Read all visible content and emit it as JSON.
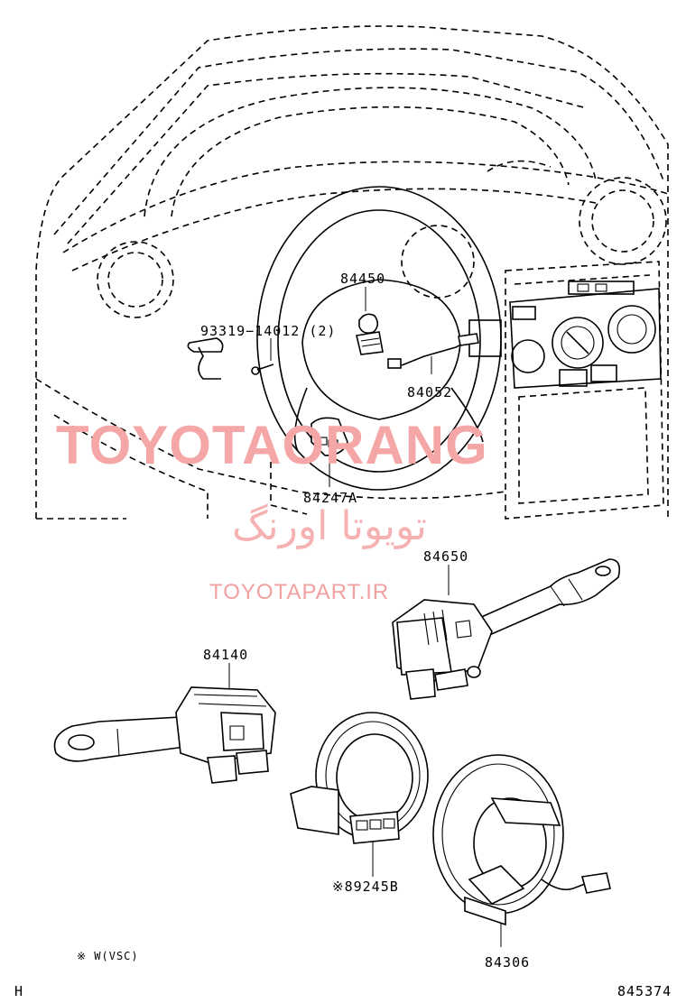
{
  "parts": {
    "p84450": "84450",
    "p93319": "93319−14012 (2)",
    "p84052": "84052",
    "p84247A": "84247A",
    "p84650": "84650",
    "p84140": "84140",
    "p89245B": "※89245B",
    "p84306": "84306"
  },
  "footnote": "※ W(VSC)",
  "corner_left": "H",
  "diagram_number": "845374",
  "watermark": {
    "brand": "TOYOTAORANG",
    "persian": "تویوتا اورنگ",
    "site": "TOYOTAPART.IR"
  },
  "colors": {
    "watermark": "#f5a6a6",
    "ink": "#000000"
  }
}
